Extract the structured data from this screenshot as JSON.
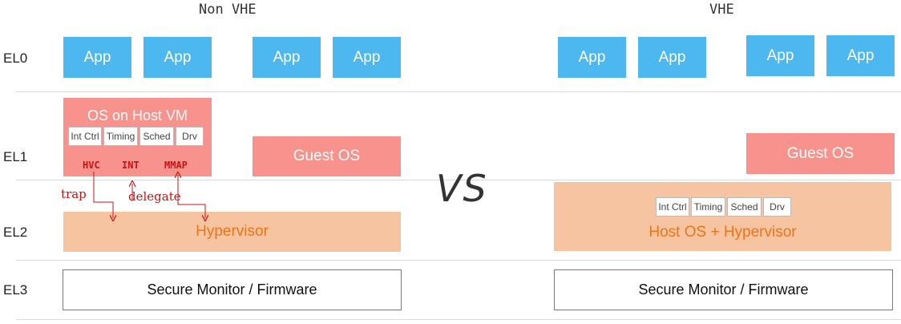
{
  "headers": {
    "left": "Non VHE",
    "right": "VHE"
  },
  "levels": [
    "EL0",
    "EL1",
    "EL2",
    "EL3"
  ],
  "app_label": "App",
  "left": {
    "host_vm_title": "OS on Host VM",
    "subcomponents": [
      "Int Ctrl",
      "Timing",
      "Sched",
      "Drv"
    ],
    "events": {
      "hvc": "HVC",
      "int": "INT",
      "mmap": "MMAP"
    },
    "annotations": {
      "trap": "trap",
      "delegate": "delegate"
    },
    "guest_os": "Guest OS",
    "hypervisor": "Hypervisor",
    "secure": "Secure Monitor / Firmware"
  },
  "vs": "VS",
  "right": {
    "guest_os": "Guest OS",
    "subcomponents": [
      "Int Ctrl",
      "Timing",
      "Sched",
      "Drv"
    ],
    "host_hyp": "Host OS + Hypervisor",
    "secure": "Secure Monitor / Firmware"
  },
  "colors": {
    "app": "#4db8ef",
    "os": "#f7928c",
    "hypervisor": "#f7c4a1",
    "hypervisor_text": "#f07417",
    "annotation": "#c81414"
  }
}
